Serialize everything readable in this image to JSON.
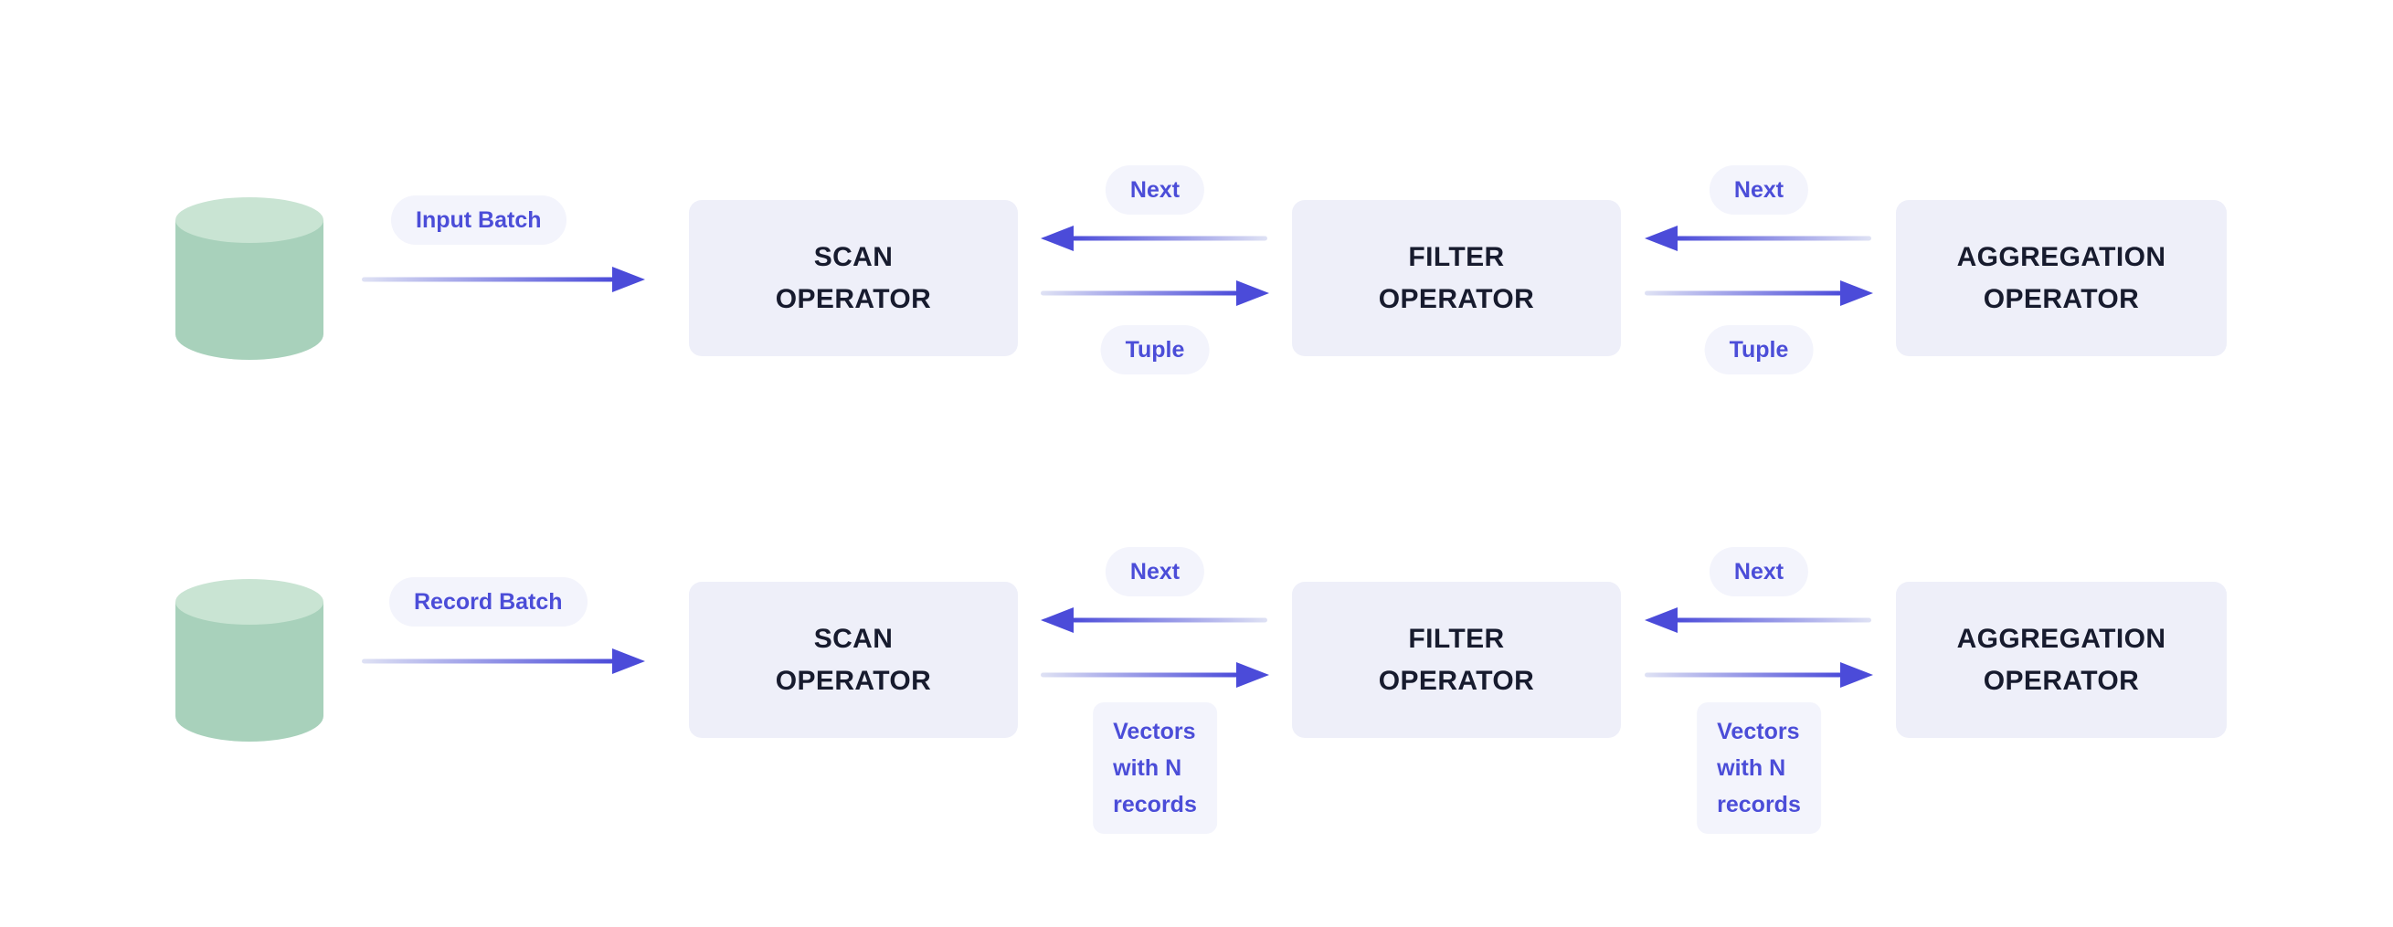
{
  "colors": {
    "background": "#ffffff",
    "accent": "#4B4BD9",
    "arrow_fade": "#DFE2F4",
    "box_bg": "#EEEFF9",
    "box_text": "#171B2E",
    "pill_bg": "#F3F4FC",
    "pill_text": "#4B4DD8",
    "cylinder_top": "#C9E4D3",
    "cylinder_body": "#A8D1BB"
  },
  "rows": [
    {
      "source_label": "Input Batch",
      "operators": [
        {
          "name": "SCAN\nOPERATOR"
        },
        {
          "name": "FILTER\nOPERATOR"
        },
        {
          "name": "AGGREGATION\nOPERATOR"
        }
      ],
      "connectors": [
        {
          "back": "Next",
          "forward": "Tuple"
        },
        {
          "back": "Next",
          "forward": "Tuple"
        }
      ]
    },
    {
      "source_label": "Record Batch",
      "operators": [
        {
          "name": "SCAN\nOPERATOR"
        },
        {
          "name": "FILTER\nOPERATOR"
        },
        {
          "name": "AGGREGATION\nOPERATOR"
        }
      ],
      "connectors": [
        {
          "back": "Next",
          "forward": "Vectors\nwith N\nrecords"
        },
        {
          "back": "Next",
          "forward": "Vectors\nwith N\nrecords"
        }
      ]
    }
  ]
}
